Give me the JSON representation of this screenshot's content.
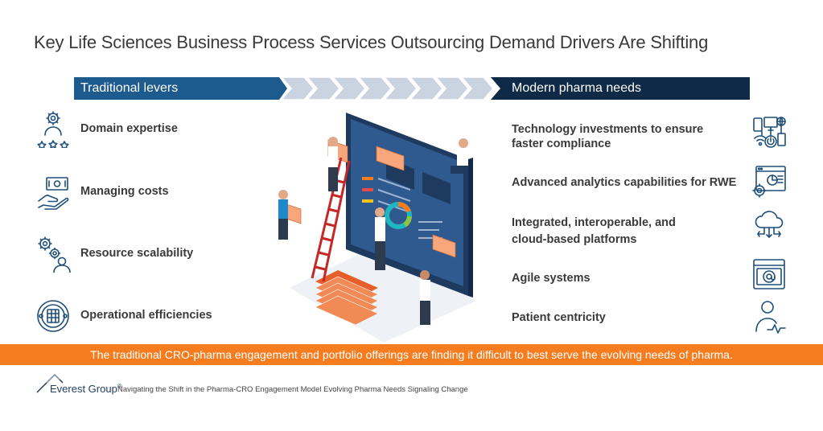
{
  "title": "Key Life Sciences Business Process Services Outsourcing Demand Drivers Are Shifting",
  "headers": {
    "left": "Traditional levers",
    "right": "Modern pharma needs"
  },
  "colors": {
    "left_header": "#1d5a8e",
    "right_header": "#0f2a47",
    "chevron": "#c9d4e0",
    "banner": "#f57c1f",
    "icon": "#1e4e7a"
  },
  "traditional_levers": [
    {
      "label": "Domain expertise",
      "icon": "gear-person-stars-icon"
    },
    {
      "label": "Managing costs",
      "icon": "money-hand-icon"
    },
    {
      "label": "Resource scalability",
      "icon": "gears-person-icon"
    },
    {
      "label": "Operational efficiencies",
      "icon": "globe-network-icon"
    }
  ],
  "modern_needs": [
    {
      "line1": "Technology investments to ensure",
      "line2": "faster compliance",
      "icon": "tech-devices-icon"
    },
    {
      "line1": "Advanced analytics capabilities for RWE",
      "line2": "",
      "icon": "analytics-dashboard-icon"
    },
    {
      "line1": "Integrated, interoperable, and",
      "line2": "cloud-based platforms",
      "icon": "cloud-network-icon"
    },
    {
      "line1": "Agile systems",
      "line2": "",
      "icon": "browser-at-icon"
    },
    {
      "line1": "Patient centricity",
      "line2": "",
      "icon": "patient-heartbeat-icon"
    }
  ],
  "banner": "The traditional CRO-pharma engagement and portfolio offerings are finding it difficult to best serve the evolving needs of pharma.",
  "footer": {
    "logo": "Everest Group",
    "registered": "®",
    "caption": "Navigating the Shift in the Pharma-CRO Engagement Model Evolving Pharma Needs Signaling Change"
  }
}
